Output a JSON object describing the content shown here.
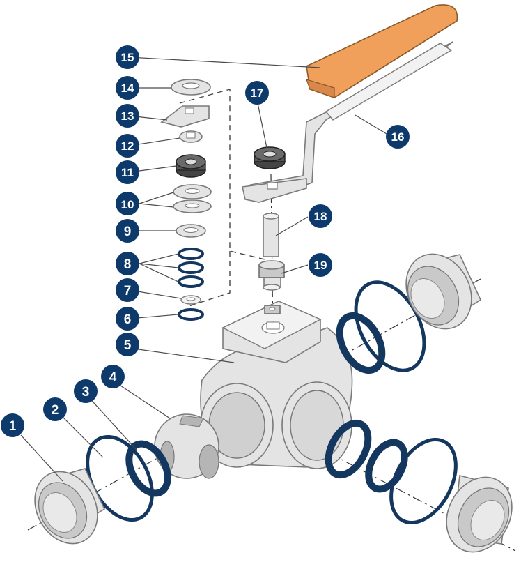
{
  "diagram": {
    "callouts": [
      "1",
      "2",
      "3",
      "4",
      "5",
      "6",
      "7",
      "8",
      "9",
      "10",
      "11",
      "12",
      "13",
      "14",
      "15",
      "16",
      "17",
      "18",
      "19"
    ],
    "colors": {
      "callout_fill": "#0d3a6b",
      "callout_text": "#ffffff",
      "handle_grip": "#f0a05a",
      "seal_ring": "#14375f",
      "metal": "#e4e4e4",
      "metal_outline": "#7a7a7a"
    }
  }
}
